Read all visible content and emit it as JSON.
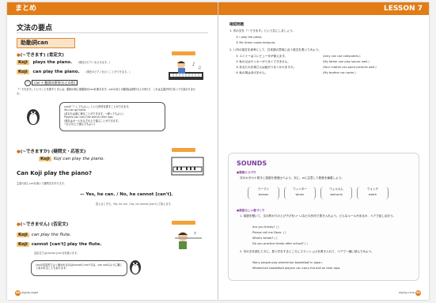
{
  "left": {
    "header": "まとめ",
    "title": "文法の要点",
    "box": "助動詞can",
    "section1": {
      "title": "(~できます) (肯定文)",
      "line1_speaker": "Koji",
      "line1_text": "plays the piano.",
      "line1_note": "(現在のピアノをひきます。)",
      "line2_speaker": "Koji",
      "line2_text": "can play the piano.",
      "line2_note": "(現在のピアノをひくことができます。)",
      "rule": "can + 動詞の原形(もとの形)"
    },
    "expl": "「~できます」ということを表すときには、動詞の前に助動詞のcanを置きます。canのあとの動詞は原形(もとの形)で、これは主語が何であっても変わりません。",
    "bubble_lines": [
      "canが「~してもよい」という許可を表すことができます。",
      "You can go home.",
      "(あなたは家に帰ることができます。→帰ってもよい)",
      "Players can carry the ball on their laps.",
      "(選手はボールをひざの上で運ぶことができます。",
      "→ひざの上で運んでもよい)"
    ],
    "section2": {
      "title": "(~できますか) (疑問文・応答文)",
      "q1": "Koji can play the piano.",
      "q2": "Can Koji play the piano?",
      "q_note": "主語の前にcanを置いて疑問文を作ります。",
      "ans": "— Yes, he can. / No, he cannot [can't].",
      "ans_note": "答えるときも、Yes, he can. / No, he cannot [can't].で答えます。"
    },
    "section3": {
      "title": "(~できません) (否定文)",
      "n1_speaker": "Koji",
      "n1": "can  play the flute.",
      "n2_speaker": "Koji",
      "n2": "cannot [can't] play the flute.",
      "n2_note": "否定文ではcannot [can't]を使います。",
      "bubble2": "canの否定形でよく使われるのはcannotとcan'tでは、can notのように離して書かれることもあります。"
    },
    "footer": "eighty-eight",
    "page_no": "88"
  },
  "right": {
    "header": "LESSON 7",
    "q_title": "確認問題",
    "q1": "1. 次の文を「~できます」という文にしましょう。",
    "q1_items": [
      "① I play the piano.",
      "② Ms Green cooks tempura."
    ],
    "q2": "2. (  )内の英文を参考にして、日本語の意味に合う英文を書いてみよう。",
    "q2_items": [
      {
        "jp": "① エイミーはコンピュータが使えます。",
        "en": "(Amy can use computers.)"
      },
      {
        "jp": "② 私の父はサッカーがうまくできません。",
        "en": "(My father can play soccer well.)"
      },
      {
        "jp": "③ あなたのお母さんは絵がうまくかけますか。",
        "en": "(Your mother can paint pictures well.)"
      },
      {
        "jp": "④ 私の弟は泳げません。",
        "en": "(My brother can swim.)"
      }
    ],
    "sounds": {
      "title": "SOUNDS",
      "h1": "●発音とつづり",
      "h1_note": "次のカタカナ書きと英語を発音比べよう。次に、wに注意して発音を練習しよう。",
      "words": [
        {
          "kana": "ウーマン",
          "en": "woman"
        },
        {
          "kana": "ウィンター",
          "en": "winter"
        },
        {
          "kana": "ウェルカム",
          "en": "welcome"
        },
        {
          "kana": "ウォッチ",
          "en": "watch"
        }
      ],
      "h2": "●英語らしい音づくり",
      "h2_note": "1. 英語を聞いて、文の終わりの上げ下げを(↗ ↘)などの矢印で書き入れよう。どんなルールがあるか、ペアで話し合おう。",
      "sentences": [
        "Are you thirsty? (   )",
        "Please call me Dave. (   )",
        "What's kendo? (   )",
        "Do you practice kendo after school? (   )"
      ],
      "h3": "2. 次の文を読むときに、息つぎをするところにスラッシュ(/)を書き入れて、ペアで一緒に読んでみよう。",
      "s2": [
        "Many people play wheelchair basketball in Japan.",
        "Wheelchair basketball players can carry the ball on their laps."
      ]
    },
    "footer": "eighty-nine",
    "page_no": "89"
  }
}
